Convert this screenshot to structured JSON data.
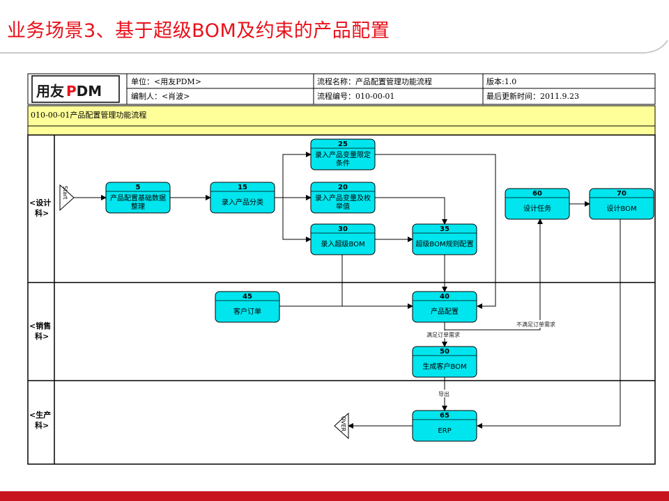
{
  "slide_title": "业务场景3、基于超级BOM及约束的产品配置",
  "logo": {
    "prefix": "用友",
    "p": "P",
    "dm": "DM"
  },
  "header": {
    "unit": "单位：<用友PDM>",
    "editor": "编制人：<肖波>",
    "process_name": "流程名称：产品配置管理功能流程",
    "process_no": "流程编号：010-00-01",
    "version": "版本:1.0",
    "updated": "最后更新时间：2011.9.23"
  },
  "flow_title": "010-00-01产品配置管理功能流程",
  "lanes": {
    "design": [
      "<设计",
      "科>"
    ],
    "sales": [
      "<销售",
      "科>"
    ],
    "production": [
      "<生产",
      "科>"
    ]
  },
  "terminators": {
    "start": "Start",
    "over": "OVER"
  },
  "boxes": {
    "b5": {
      "num": "5",
      "lines": [
        "产品配置基础数据",
        "整理"
      ]
    },
    "b15": {
      "num": "15",
      "lines": [
        "录入产品分类"
      ]
    },
    "b25": {
      "num": "25",
      "lines": [
        "录入产品变量限定",
        "条件"
      ]
    },
    "b20": {
      "num": "20",
      "lines": [
        "录入产品变量及枚",
        "举值"
      ]
    },
    "b30": {
      "num": "30",
      "lines": [
        "录入超级BOM"
      ]
    },
    "b35": {
      "num": "35",
      "lines": [
        "超级BOM规则配置"
      ]
    },
    "b60": {
      "num": "60",
      "lines": [
        "设计任务"
      ]
    },
    "b70": {
      "num": "70",
      "lines": [
        "设计BOM"
      ]
    },
    "b45": {
      "num": "45",
      "lines": [
        "客户订单"
      ]
    },
    "b40": {
      "num": "40",
      "lines": [
        "产品配置"
      ]
    },
    "b50": {
      "num": "50",
      "lines": [
        "生成客户BOM"
      ]
    },
    "b65": {
      "num": "65",
      "lines": [
        "ERP"
      ]
    }
  },
  "conditions": {
    "satisfy": "满足订单需求",
    "not_satisfy": "不满足订单需求",
    "export": "导出"
  },
  "colors": {
    "title_red": "#e8101a",
    "box_fill": "#00e5ee",
    "flow_header": "#ffff99",
    "bottom_bar": "#c8141e"
  }
}
